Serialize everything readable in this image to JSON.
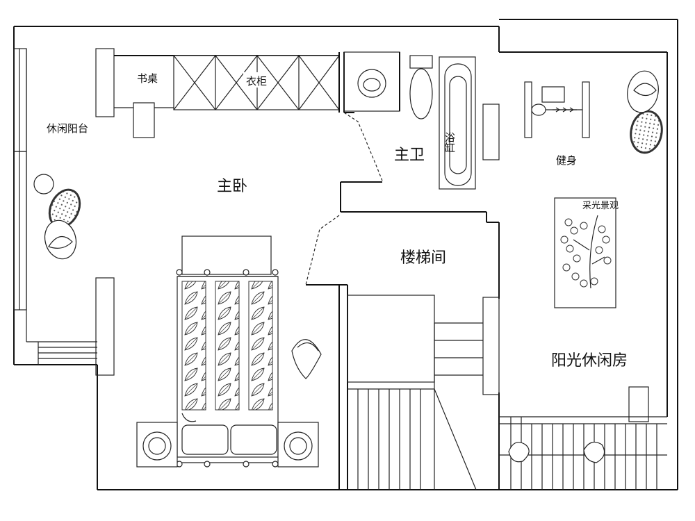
{
  "labels": {
    "balcony": "休闲阳台",
    "desk": "书桌",
    "wardrobe": "衣柜",
    "master_bedroom": "主卧",
    "bathtub": "浴缸",
    "master_bath": "主卫",
    "stairwell": "楼梯间",
    "fitness": "健身",
    "skylight_view": "采光景观",
    "sun_room": "阳光休闲房"
  }
}
